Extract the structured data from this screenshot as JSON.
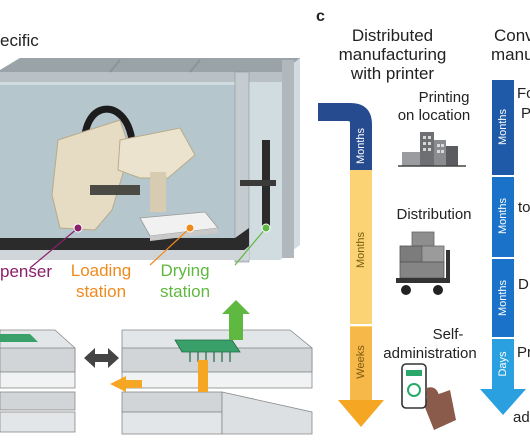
{
  "panel_left": {
    "title_fragment": "ecific",
    "labels": {
      "dispenser": "penser",
      "loading": [
        "Loading",
        "station"
      ],
      "drying": [
        "Drying",
        "station"
      ]
    },
    "colors": {
      "dispenser": "#8a1f6a",
      "loading": "#f08a1e",
      "drying": "#5fb840"
    }
  },
  "panel_c": {
    "letter": "c",
    "title": [
      "Distributed",
      "manufacturing",
      "with printer"
    ],
    "steps": [
      {
        "label": [
          "Printing",
          "on location"
        ],
        "duration": "Months"
      },
      {
        "label": [
          "Distribution"
        ],
        "duration": "Months"
      },
      {
        "label": [
          "Self-",
          "administration"
        ],
        "duration": "Weeks"
      }
    ],
    "colors": {
      "navy": "#264b8e",
      "yellow": "#fbd274",
      "orange": "#f5a623"
    }
  },
  "panel_right": {
    "title": [
      "Conv",
      "manu"
    ],
    "steps": [
      {
        "label": "Fo",
        "label2": "P",
        "duration": "Months"
      },
      {
        "label": "to",
        "duration": "Months"
      },
      {
        "label": "D",
        "duration": "Months"
      },
      {
        "label": "Pr",
        "duration": "Days"
      }
    ],
    "bottom_label": "ad",
    "colors": {
      "blue": "#1a73c8",
      "light_blue": "#2aa0e0"
    }
  }
}
